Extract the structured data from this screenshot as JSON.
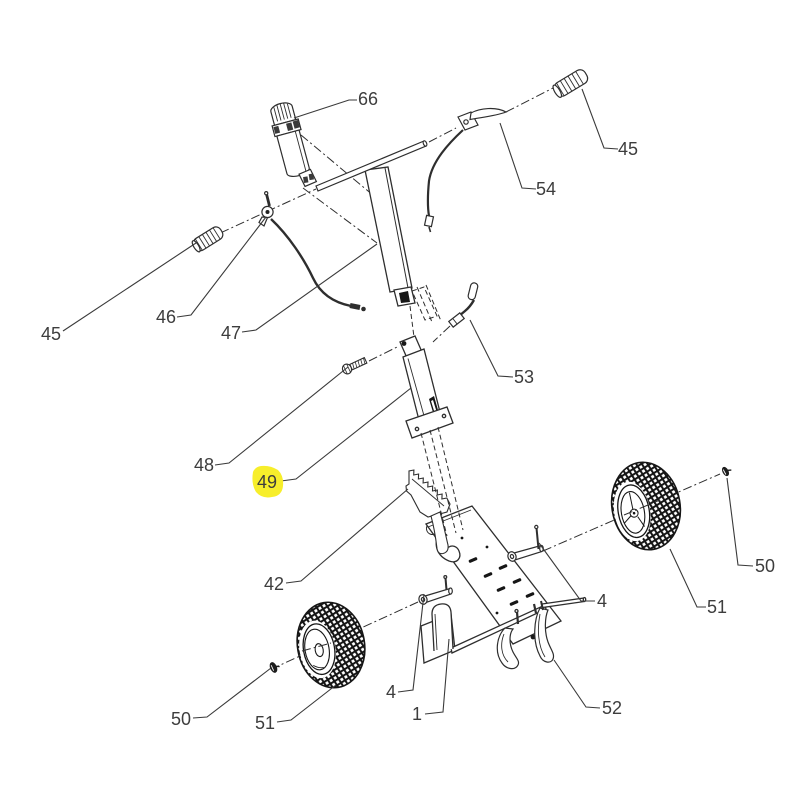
{
  "diagram": {
    "type": "exploded-parts-diagram",
    "subject": "wheeled cart handle and frame assembly",
    "background": "#ffffff",
    "line_color": "#2e2e2e",
    "label_color": "#3d3d3d",
    "highlight": {
      "part": "49",
      "color": "#f7ee2b"
    },
    "callouts": [
      {
        "id": "66",
        "text": "66"
      },
      {
        "id": "45-top-right",
        "text": "45"
      },
      {
        "id": "54",
        "text": "54"
      },
      {
        "id": "45-left",
        "text": "45"
      },
      {
        "id": "46",
        "text": "46"
      },
      {
        "id": "47",
        "text": "47"
      },
      {
        "id": "53",
        "text": "53"
      },
      {
        "id": "48",
        "text": "48"
      },
      {
        "id": "49",
        "text": "49",
        "highlighted": true
      },
      {
        "id": "42",
        "text": "42"
      },
      {
        "id": "4-right",
        "text": "4"
      },
      {
        "id": "50-right",
        "text": "50"
      },
      {
        "id": "51-right",
        "text": "51"
      },
      {
        "id": "52",
        "text": "52"
      },
      {
        "id": "1",
        "text": "1"
      },
      {
        "id": "4-bottom",
        "text": "4"
      },
      {
        "id": "50-left",
        "text": "50"
      },
      {
        "id": "51-left",
        "text": "51"
      }
    ]
  }
}
